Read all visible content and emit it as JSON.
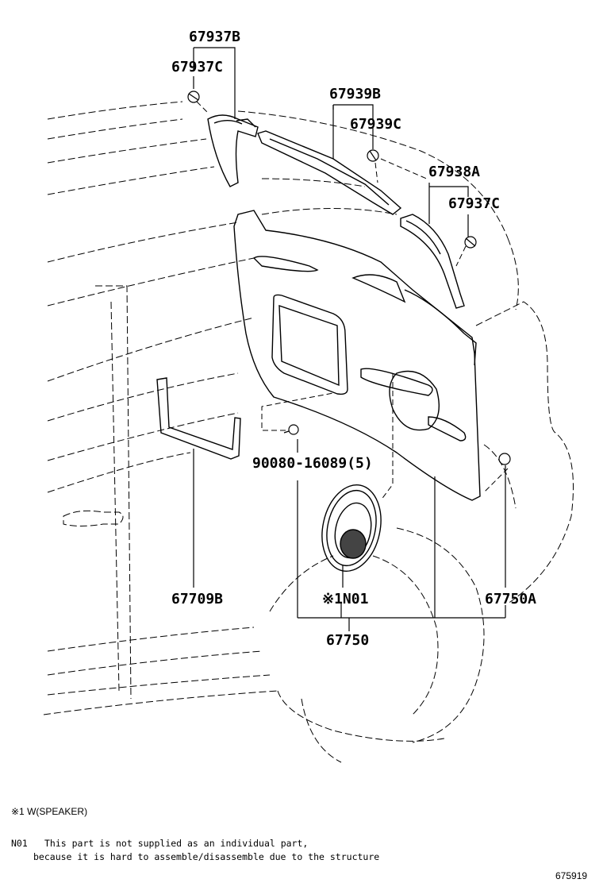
{
  "callouts": {
    "p67937B": "67937B",
    "p67937C_top": "67937C",
    "p67939B": "67939B",
    "p67939C": "67939C",
    "p67938A": "67938A",
    "p67937C_right": "67937C",
    "p90080": "90080-16089(5)",
    "p67709B": "67709B",
    "pN01": "※1N01",
    "p67750A": "67750A",
    "p67750": "67750"
  },
  "notes": {
    "footnote": "※1 W(SPEAKER)",
    "n01_code": "N01",
    "n01_line1": "This part is not supplied as an individual part,",
    "n01_line2": "because it is hard to assemble/disassemble due to the structure",
    "figure_id": "675919"
  }
}
